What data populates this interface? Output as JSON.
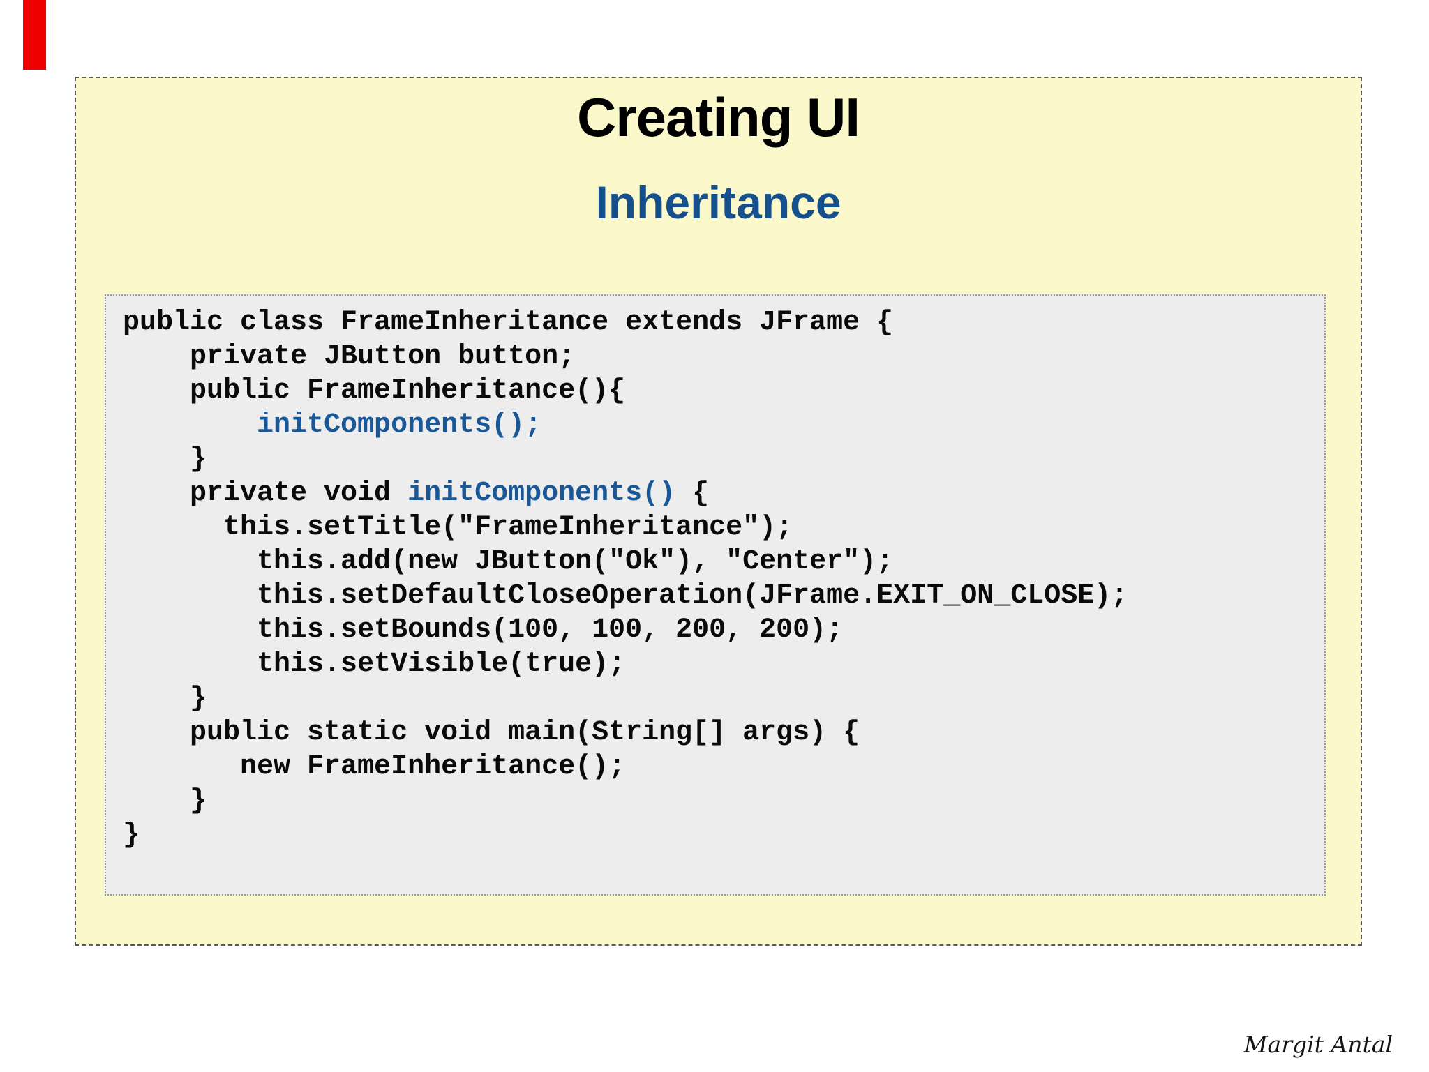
{
  "slide": {
    "title": "Creating UI",
    "subtitle": "Inheritance",
    "background_color": "#fbf9cb",
    "title_color": "#000000",
    "subtitle_color": "#15508c"
  },
  "red_marker": {
    "color": "#ee0000"
  },
  "code_block": {
    "background_color": "#ededed",
    "text_color": "#0a0a0a",
    "accent_color": "#1a5796",
    "lines": [
      [
        {
          "t": "public class FrameInheritance extends JFrame {"
        }
      ],
      [
        {
          "t": "    private JButton button;"
        }
      ],
      [
        {
          "t": "    public FrameInheritance(){"
        }
      ],
      [
        {
          "t": "        "
        },
        {
          "t": "initComponents();",
          "blue": true
        }
      ],
      [
        {
          "t": "    }"
        }
      ],
      [
        {
          "t": "    private void "
        },
        {
          "t": "initComponents()",
          "blue": true
        },
        {
          "t": " {"
        }
      ],
      [
        {
          "t": "      this.setTitle(\"FrameInheritance\");"
        }
      ],
      [
        {
          "t": "        this.add(new JButton(\"Ok\"), \"Center\");"
        }
      ],
      [
        {
          "t": "        this.setDefaultCloseOperation(JFrame.EXIT_ON_CLOSE);"
        }
      ],
      [
        {
          "t": "        this.setBounds(100, 100, 200, 200);"
        }
      ],
      [
        {
          "t": "        this.setVisible(true);"
        }
      ],
      [
        {
          "t": "    }"
        }
      ],
      [
        {
          "t": "    public static void main(String[] args) {"
        }
      ],
      [
        {
          "t": "       new FrameInheritance();"
        }
      ],
      [
        {
          "t": "    }"
        }
      ],
      [
        {
          "t": "}"
        }
      ]
    ]
  },
  "signature": {
    "text": "Margit Antal",
    "color": "#141414"
  }
}
